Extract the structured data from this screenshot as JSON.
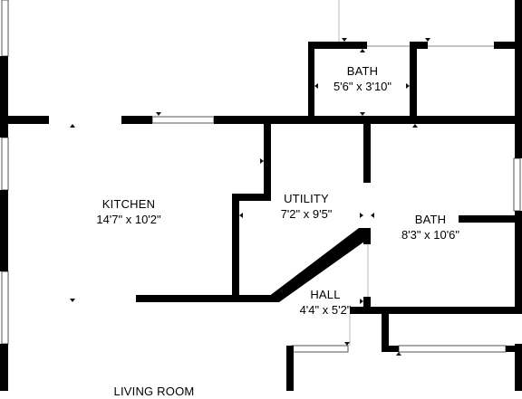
{
  "rooms": {
    "bath_small": {
      "name": "BATH",
      "dimensions": "5'6\" x 3'10\""
    },
    "kitchen": {
      "name": "KITCHEN",
      "dimensions": "14'7\" x 10'2\""
    },
    "utility": {
      "name": "UTILITY",
      "dimensions": "7'2\" x 9'5\""
    },
    "bath": {
      "name": "BATH",
      "dimensions": "8'3\" x 10'6\""
    },
    "hall": {
      "name": "HALL",
      "dimensions": "4'4\" x 5'2\""
    },
    "living_room": {
      "name": "LIVING ROOM",
      "dimensions": ""
    }
  },
  "colors": {
    "wall": "#000000",
    "background": "#ffffff",
    "window": "#888888"
  }
}
